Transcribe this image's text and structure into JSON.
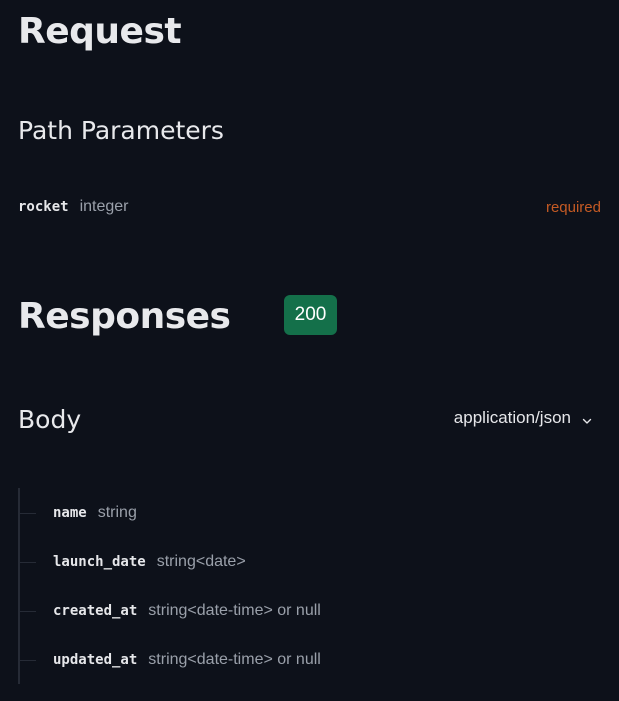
{
  "request": {
    "title": "Request",
    "path_params": {
      "title": "Path Parameters",
      "params": [
        {
          "name": "rocket",
          "type": "integer",
          "required": "required"
        }
      ]
    }
  },
  "responses": {
    "title": "Responses",
    "status": "200",
    "body": {
      "title": "Body",
      "content_type": "application/json",
      "content_type_icon": "chevron-down-icon",
      "fields": [
        {
          "name": "name",
          "type": "string"
        },
        {
          "name": "launch_date",
          "type": "string<date>"
        },
        {
          "name": "created_at",
          "type": "string<date-time> or null"
        },
        {
          "name": "updated_at",
          "type": "string<date-time> or null"
        }
      ]
    }
  },
  "colors": {
    "background": "#0d111a",
    "required": "#c45a24",
    "status_badge": "#14704a",
    "muted_text": "#9aa0aa"
  }
}
